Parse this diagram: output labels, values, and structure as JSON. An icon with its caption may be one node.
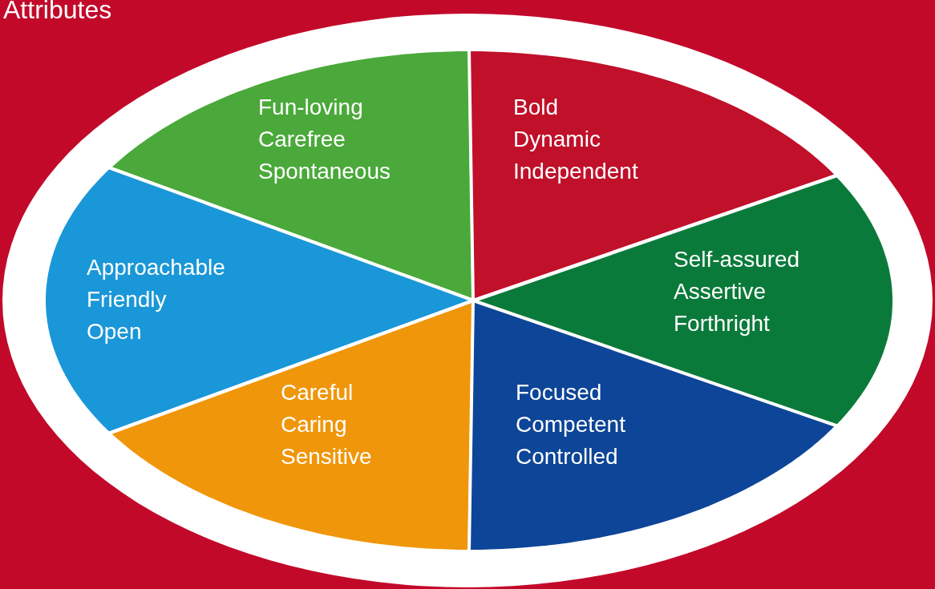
{
  "diagram": {
    "title": "Attributes",
    "nodes": [
      {
        "text": [
          "Fun-loving",
          "Carefree",
          "Spontaneous"
        ]
      },
      {
        "text": [
          "Bold",
          "Dynamic",
          "Independent"
        ]
      },
      {
        "text": [
          "Approachable",
          "Friendly",
          "Open"
        ]
      },
      {
        "text": [
          "Self-assured",
          "Assertive",
          "Forthright"
        ]
      },
      {
        "text": [
          "Careful",
          "Caring",
          "Sensitive"
        ]
      },
      {
        "text": [
          "Focused",
          "Competent",
          "Controlled"
        ]
      }
    ]
  }
}
